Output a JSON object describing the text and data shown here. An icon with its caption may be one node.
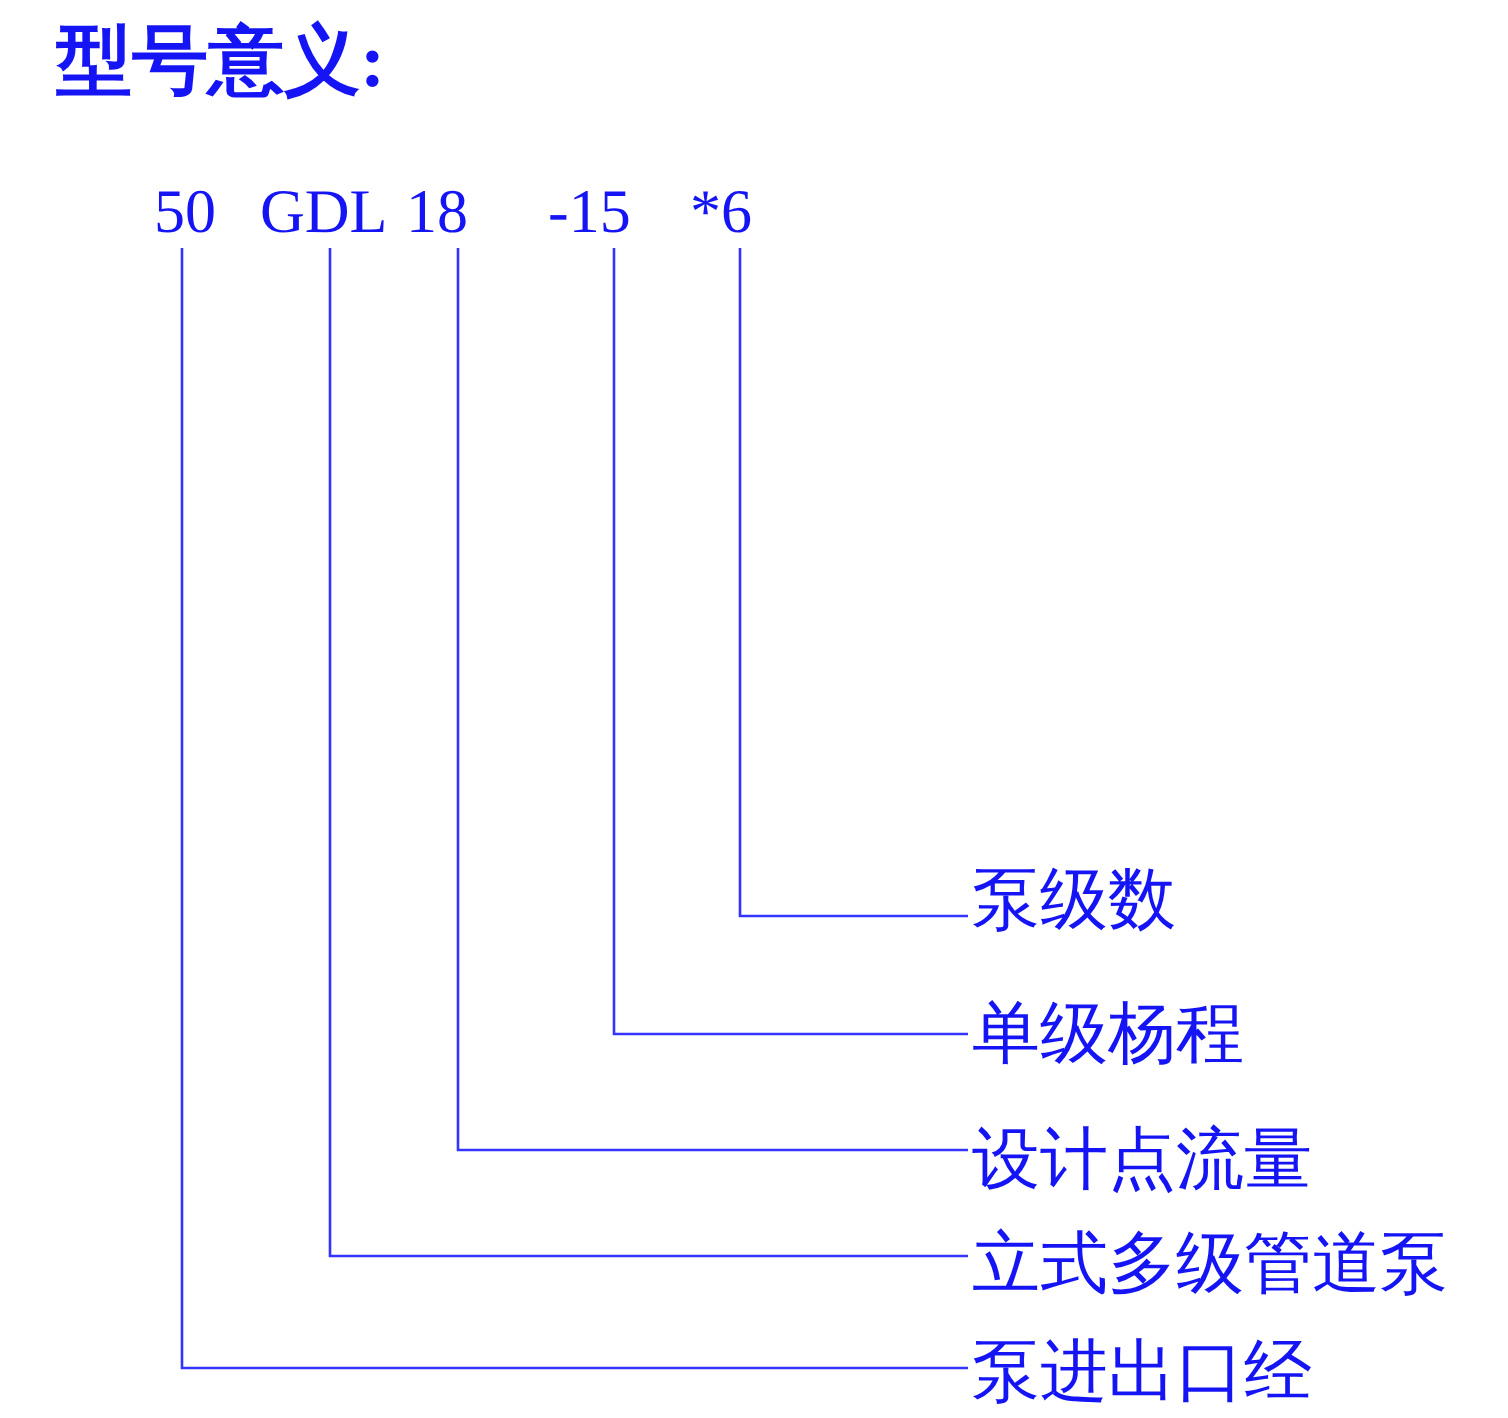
{
  "diagram": {
    "title": "型号意义:",
    "nodes": [
      {
        "text": [
          "50"
        ]
      },
      {
        "text": [
          "GDL"
        ]
      },
      {
        "text": [
          "18"
        ]
      },
      {
        "text": [
          "-15"
        ]
      },
      {
        "text": [
          "*6"
        ]
      },
      {
        "text": [
          "泵级数"
        ]
      },
      {
        "text": [
          "单级杨程"
        ]
      },
      {
        "text": [
          "设计点流量"
        ]
      },
      {
        "text": [
          "立式多级管道泵"
        ]
      },
      {
        "text": [
          "泵进出口经"
        ]
      }
    ],
    "edges": [
      {
        "from": 4,
        "to": 5,
        "arrow": "none"
      },
      {
        "from": 3,
        "to": 6,
        "arrow": "none"
      },
      {
        "from": 2,
        "to": 7,
        "arrow": "none"
      },
      {
        "from": 1,
        "to": 8,
        "arrow": "none"
      },
      {
        "from": 0,
        "to": 9,
        "arrow": "none"
      }
    ]
  }
}
